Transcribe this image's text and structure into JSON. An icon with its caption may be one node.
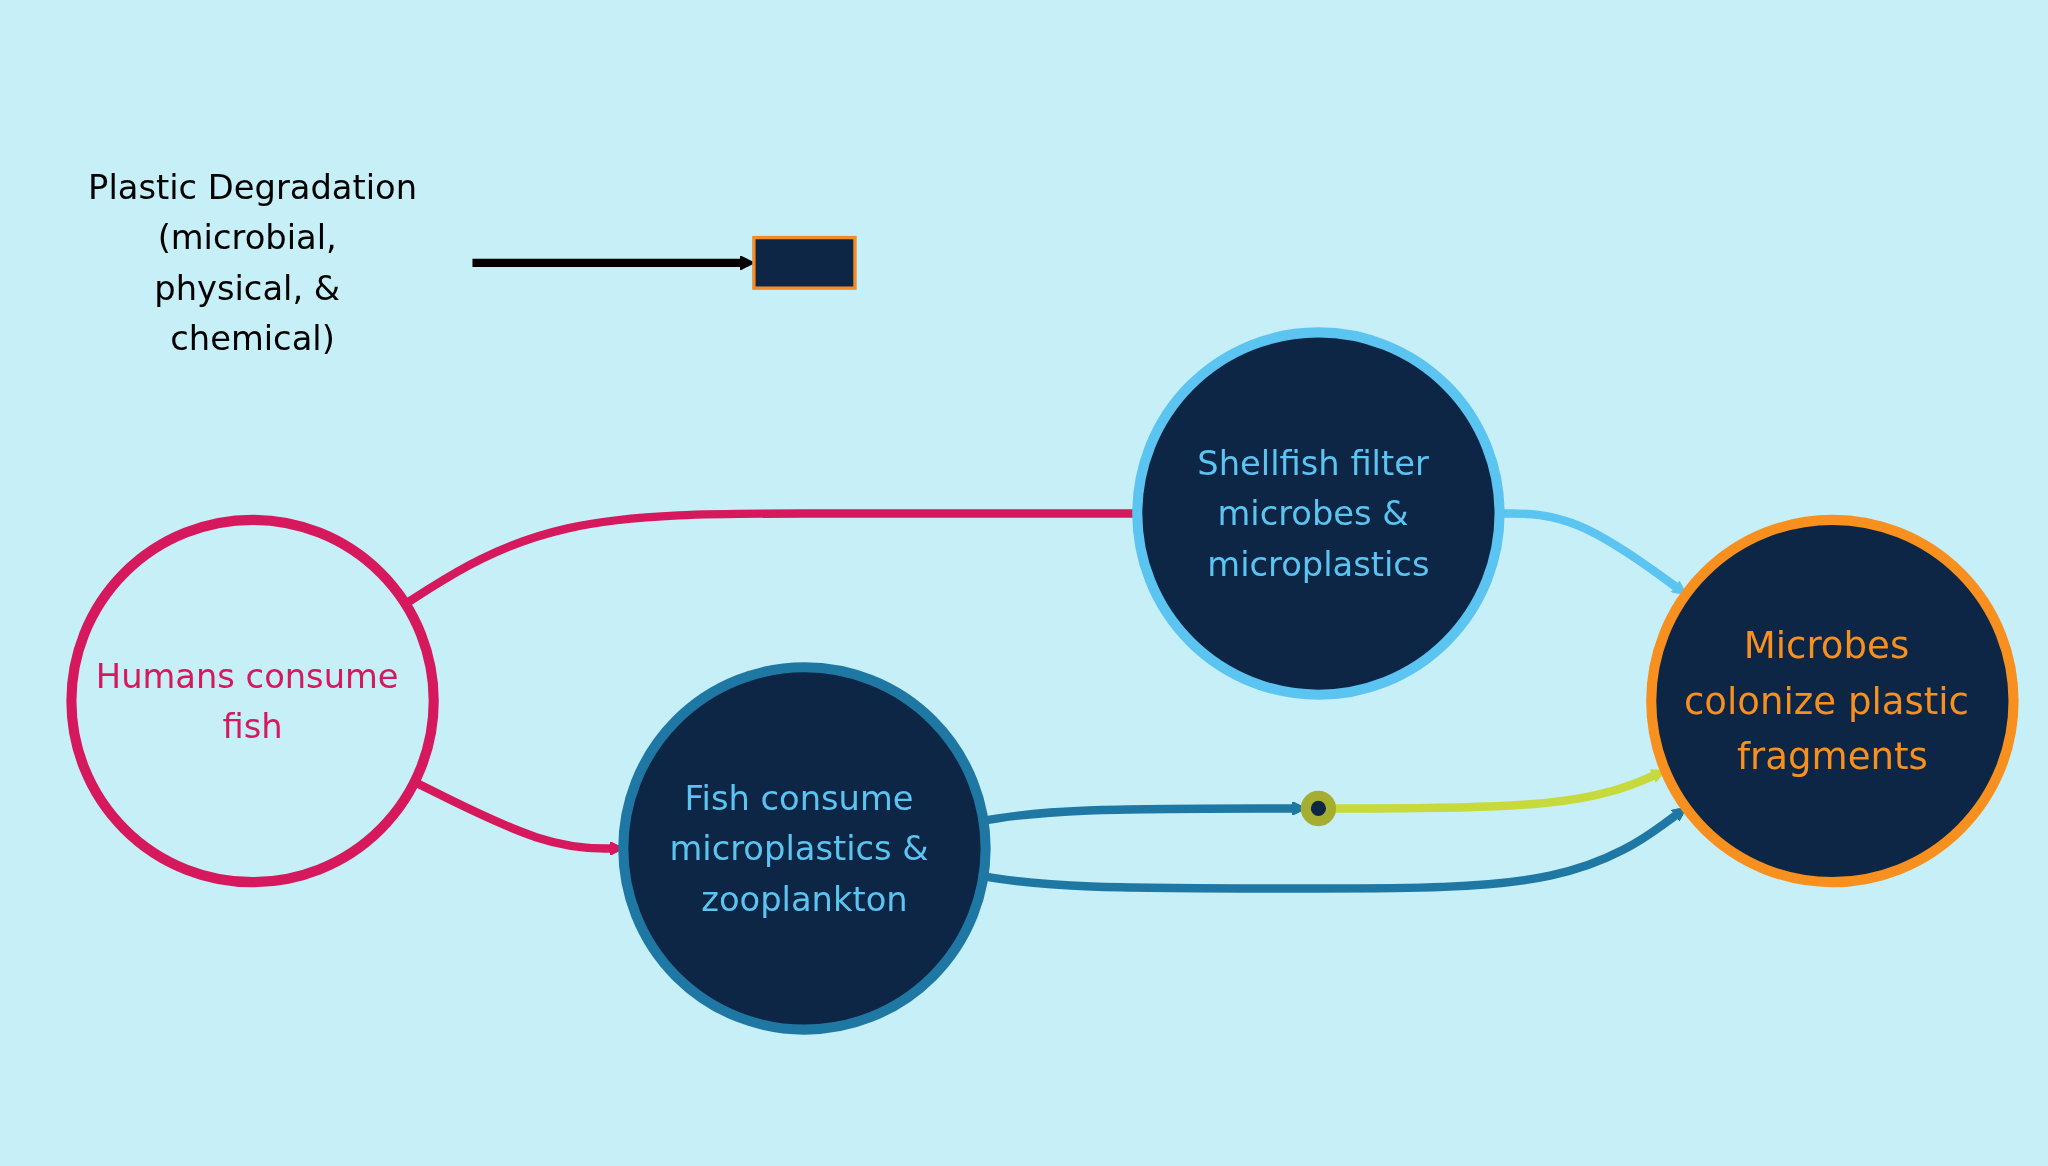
{
  "diagram": {
    "nodes": [
      {
        "text": [
          "Plastic Degradation",
          "(microbial, physical, & chemical)"
        ]
      },
      {
        "text": [],
        "shape": "box"
      },
      {
        "text": [
          "Microbes colonize plastic fragments"
        ]
      },
      {
        "text": [],
        "shape": "circle"
      },
      {
        "text": [
          "Humans consume fish"
        ]
      },
      {
        "text": [
          "Shellfish filter microbes & microplastics"
        ]
      },
      {
        "text": [
          "Fish consume microplastics & zooplankton"
        ]
      }
    ],
    "edges": [
      {
        "from": 0,
        "to": 1,
        "arrow": "to",
        "color": "#000000"
      },
      {
        "from": 5,
        "to": 2,
        "arrow": "to",
        "color": "#5bc4f1"
      },
      {
        "from": 3,
        "to": 2,
        "arrow": "to",
        "color": "#c8d93c"
      },
      {
        "from": 6,
        "to": 2,
        "arrow": "to",
        "color": "#1f78a4"
      },
      {
        "from": 6,
        "to": 3,
        "arrow": "to",
        "color": "#1f78a4"
      },
      {
        "from": 4,
        "to": 6,
        "arrow": "to",
        "color": "#d6185c"
      },
      {
        "from": 4,
        "to": 5,
        "arrow": "none",
        "color": "#d6185c"
      }
    ]
  }
}
